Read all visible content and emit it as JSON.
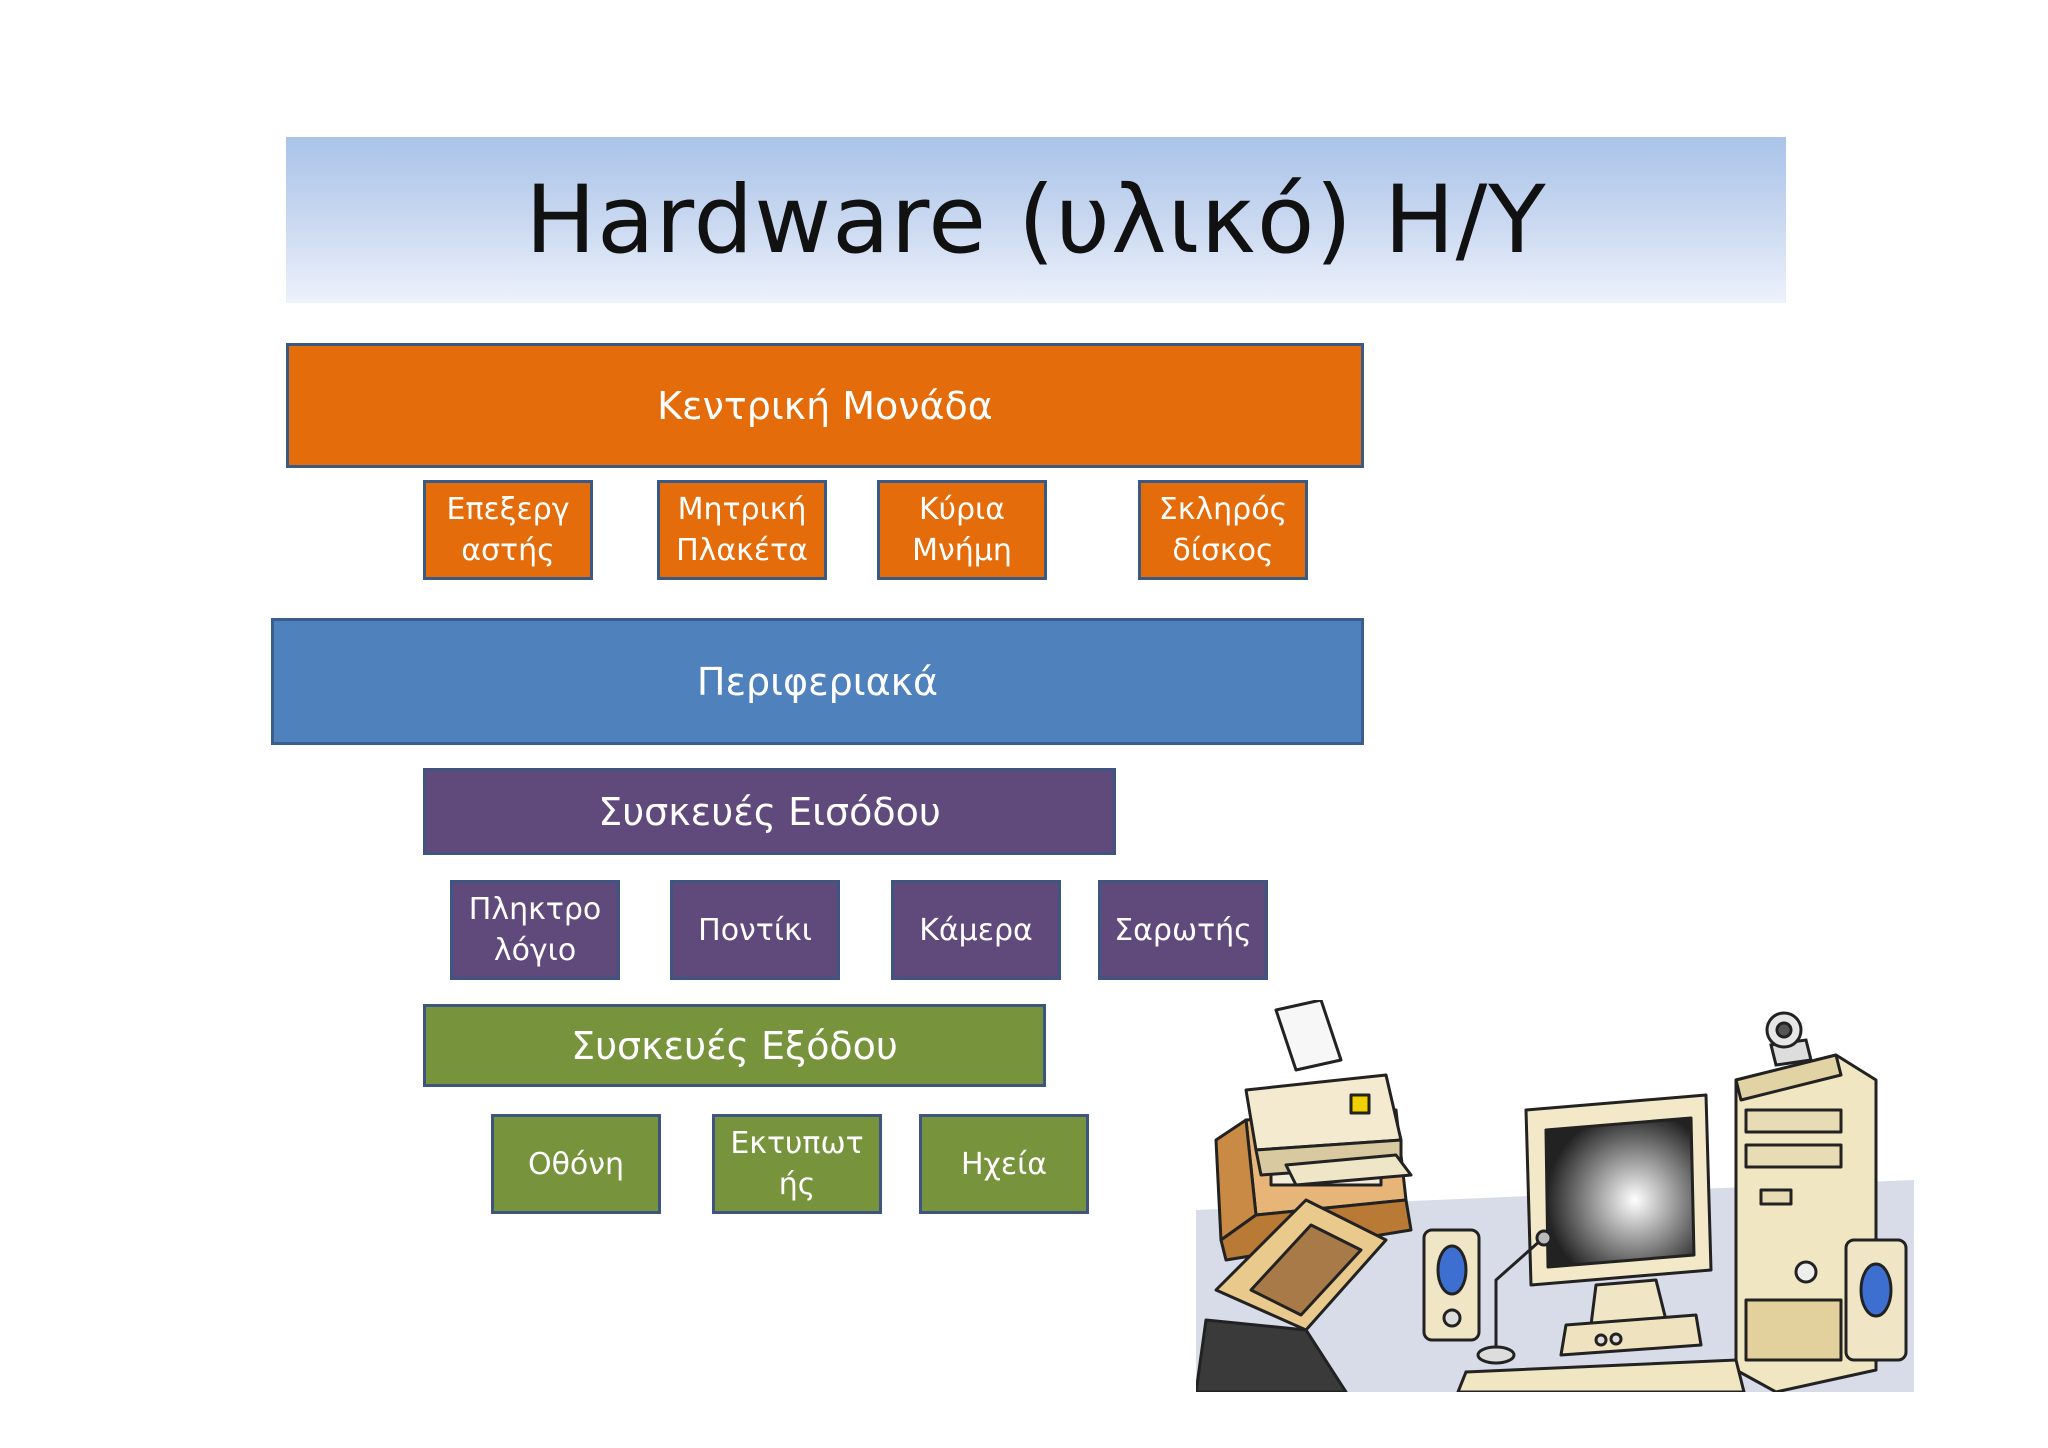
{
  "title": "Hardware (υλικό) Η/Υ",
  "central_unit": {
    "label": "Κεντρική Μονάδα",
    "items": [
      "Επεξεργ\nαστής",
      "Μητρική\nΠλακέτα",
      "Κύρια\nΜνήμη",
      "Σκληρός\nδίσκος"
    ]
  },
  "peripherals": {
    "label": "Περιφεριακά"
  },
  "input_devices": {
    "label": "Συσκευές Εισόδου",
    "items": [
      "Πληκτρο\nλόγιο",
      "Ποντίκι",
      "Κάμερα",
      "Σαρωτής"
    ]
  },
  "output_devices": {
    "label": "Συσκευές Εξόδου",
    "items": [
      "Οθόνη",
      "Εκτυπωτ\nής",
      "Ηχεία"
    ]
  },
  "colors": {
    "central": "#e46c0a",
    "peripherals": "#4f81bd",
    "input": "#604a7b",
    "output": "#77933c",
    "title_band": "#a9c3e9"
  }
}
